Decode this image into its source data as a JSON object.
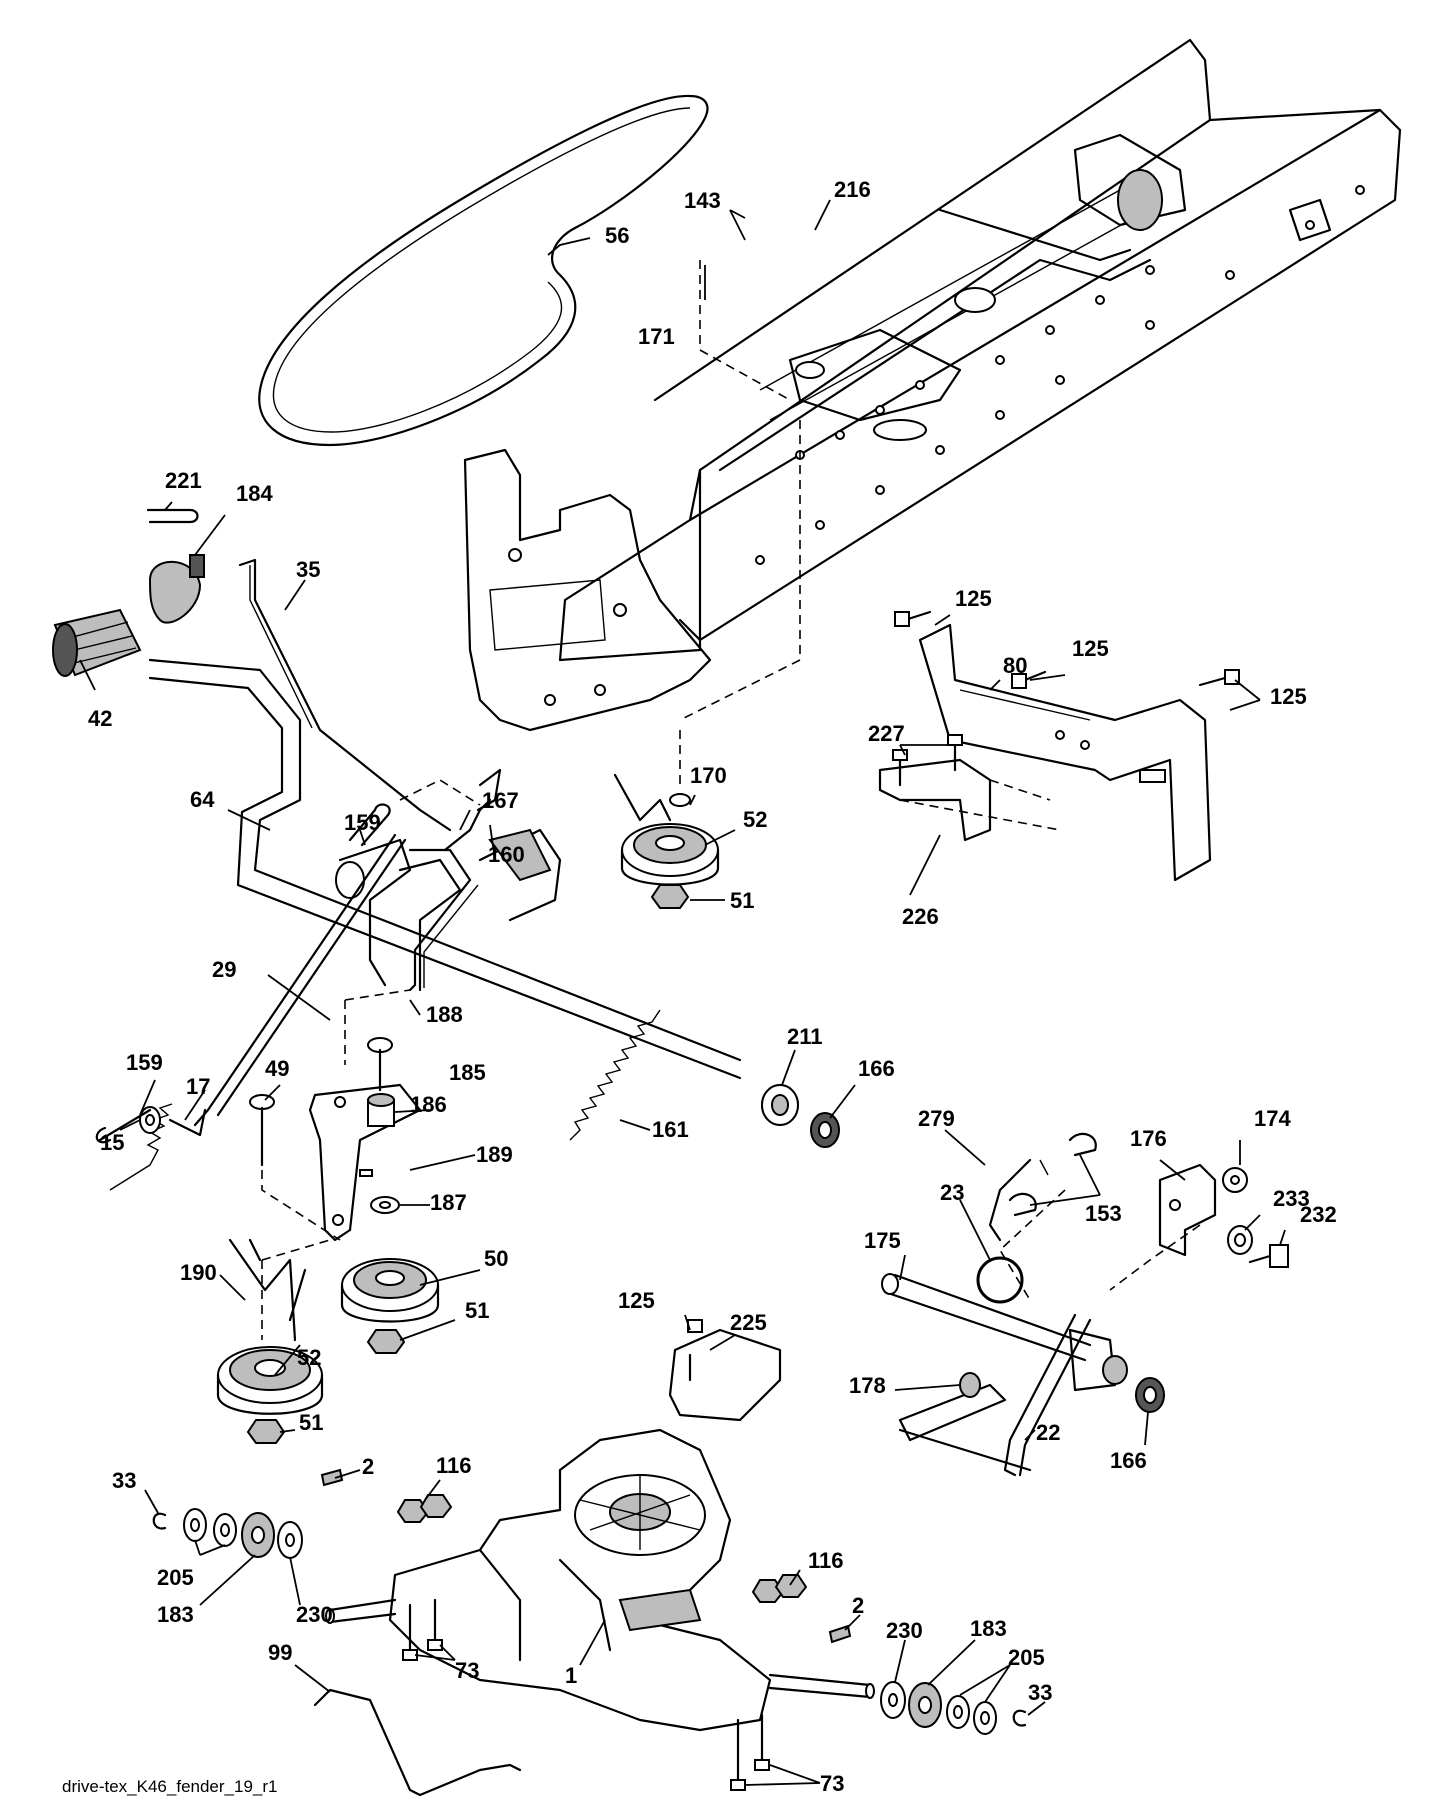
{
  "diagram": {
    "caption": "drive-tex_K46_fender_19_r1",
    "callouts": [
      "56",
      "143",
      "216",
      "171",
      "221",
      "184",
      "35",
      "42",
      "64",
      "159",
      "167",
      "160",
      "170",
      "52",
      "51",
      "125",
      "80",
      "125",
      "125",
      "227",
      "226",
      "29",
      "188",
      "185",
      "211",
      "166",
      "159",
      "17",
      "15",
      "49",
      "186",
      "189",
      "161",
      "187",
      "279",
      "174",
      "176",
      "153",
      "233",
      "23",
      "232",
      "190",
      "50",
      "175",
      "51",
      "125",
      "225",
      "178",
      "52",
      "51",
      "22",
      "166",
      "33",
      "116",
      "2",
      "205",
      "183",
      "230",
      "116",
      "2",
      "230",
      "183",
      "205",
      "99",
      "73",
      "1",
      "33",
      "73"
    ]
  }
}
